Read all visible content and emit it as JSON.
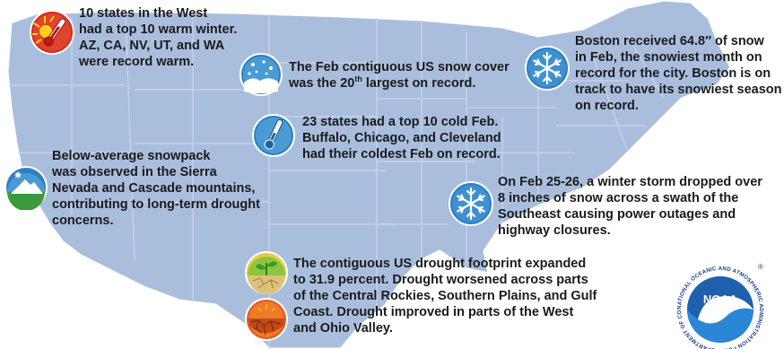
{
  "callouts": {
    "west_warm": {
      "icon": "thermometer-hot-icon",
      "lines": [
        "10 states in the West",
        "had a top 10 warm winter.",
        "AZ, CA, NV, UT, and WA",
        "were record warm."
      ]
    },
    "snow_cover": {
      "icon": "snow-cover-icon",
      "lines": [
        "The Feb contiguous US snow cover",
        "was the 20",
        "th",
        " largest on record."
      ]
    },
    "boston": {
      "icon": "snowflake-icon",
      "lines": [
        "Boston received 64.8″ of snow",
        "in Feb, the snowiest month on",
        "record for the city. Boston is on",
        "track to have its snowiest season",
        "on record."
      ]
    },
    "cold_feb": {
      "icon": "thermometer-cold-icon",
      "lines": [
        "23 states had a top 10 cold Feb.",
        "Buffalo, Chicago, and Cleveland",
        "had their coldest Feb on record."
      ]
    },
    "snowpack": {
      "icon": "snowy-mountain-icon",
      "lines": [
        "Below-average snowpack",
        "was observed in the Sierra",
        "Nevada and Cascade mountains,",
        "contributing to long-term drought",
        "concerns."
      ]
    },
    "southeast_storm": {
      "icon": "snowflake-icon",
      "lines": [
        "On Feb 25-26, a winter storm dropped over",
        "8 inches of snow across a swath of the",
        "Southeast causing power outages and",
        "highway closures."
      ]
    },
    "drought": {
      "icons": [
        "drought-improved-icon",
        "drought-worsened-icon"
      ],
      "lines": [
        "The contiguous US drought footprint expanded",
        "to 31.9 percent. Drought worsened across parts",
        "of the Central Rockies, Southern Plains, and Gulf",
        "Coast. Drought improved in parts of the West",
        "and Ohio Valley."
      ]
    }
  },
  "logo": {
    "name": "noaa-logo",
    "text": "NOAA",
    "ring_text": "NATIONAL OCEANIC AND ATMOSPHERIC ADMINISTRATION • U.S. DEPARTMENT OF COMMERCE",
    "registered": "®"
  },
  "colors": {
    "land": "#a9bedd",
    "land_edge": "#ffffff",
    "border": "#c4d3e8",
    "text": "#1b1b1b",
    "hot": "#d42a1f",
    "cold": "#2e7fc2",
    "noaa_blue": "#1e5fae"
  }
}
